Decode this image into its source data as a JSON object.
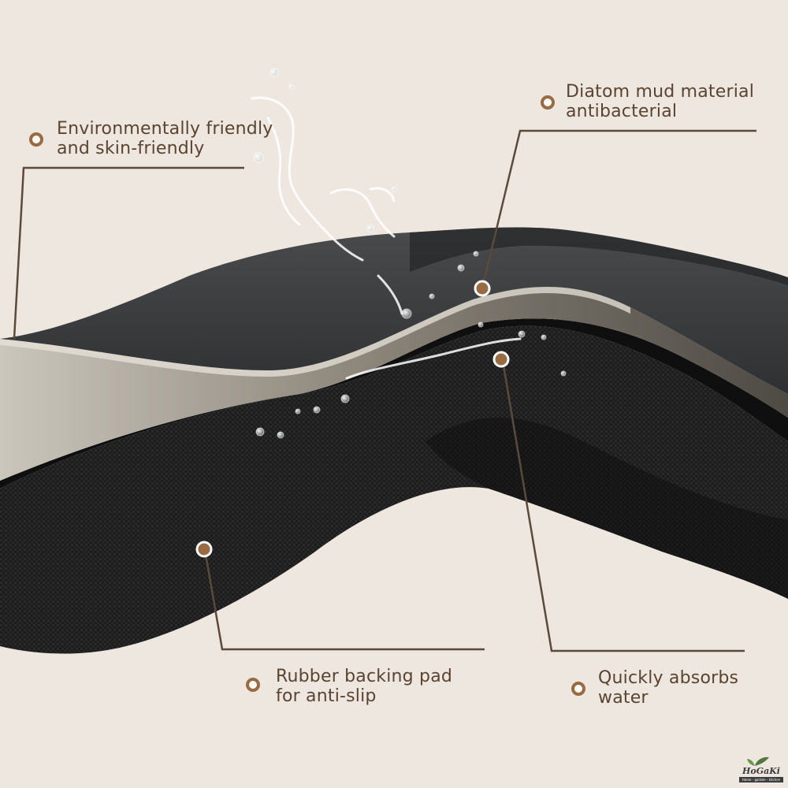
{
  "labels": {
    "environment": {
      "line1": "Environmentally friendly",
      "line2": "and skin-friendly"
    },
    "diatom": {
      "line1": "Diatom mud material",
      "line2": "antibacterial"
    },
    "rubber": {
      "line1": "Rubber backing pad",
      "line2": "for anti-slip"
    },
    "absorb": {
      "line1": "Quickly absorbs",
      "line2": "water"
    }
  },
  "logo": {
    "brand": "HoGaKi",
    "tagline": "Home - garden - kitchen"
  },
  "colors": {
    "background": "#ede7df",
    "label_text": "#5a4431",
    "leader_line": "#5a4a3c",
    "marker": "#9a6a40",
    "top_layer": "#3a3b3c",
    "middle_layer": "#8a8478",
    "bottom_layer": "#1a1a1a"
  }
}
